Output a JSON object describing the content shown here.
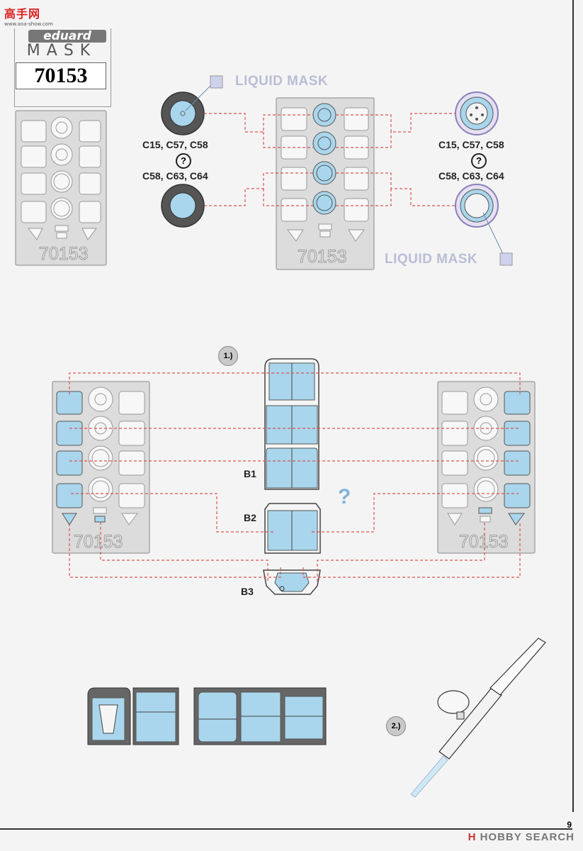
{
  "watermark": {
    "site": "高手网",
    "url": "www.aoa-show.com"
  },
  "brand": {
    "logo_top": "eduard",
    "logo_bottom": "MASK",
    "product_code": "70153"
  },
  "liquid_mask_label": "LIQUID MASK",
  "wheel_labels": {
    "left_top": "C15, C57, C58",
    "left_bottom": "C58, C63, C64",
    "right_top": "C15, C57, C58",
    "right_bottom": "C58, C63, C64",
    "question": "?"
  },
  "sheet_number": "70153",
  "steps": {
    "one": "1.)",
    "two": "2.)"
  },
  "parts": {
    "b1": "B1",
    "b2": "B2",
    "b3": "B3"
  },
  "question_mark": "?",
  "footer": {
    "page": "9",
    "source_prefix": "H",
    "source": "HOBBY SEARCH"
  },
  "colors": {
    "mask_blue": "#a9d6ec",
    "sheet_grey": "#dcdcdc",
    "callout_red": "#d9534f",
    "liquid_mask": "#cfd2ec"
  }
}
